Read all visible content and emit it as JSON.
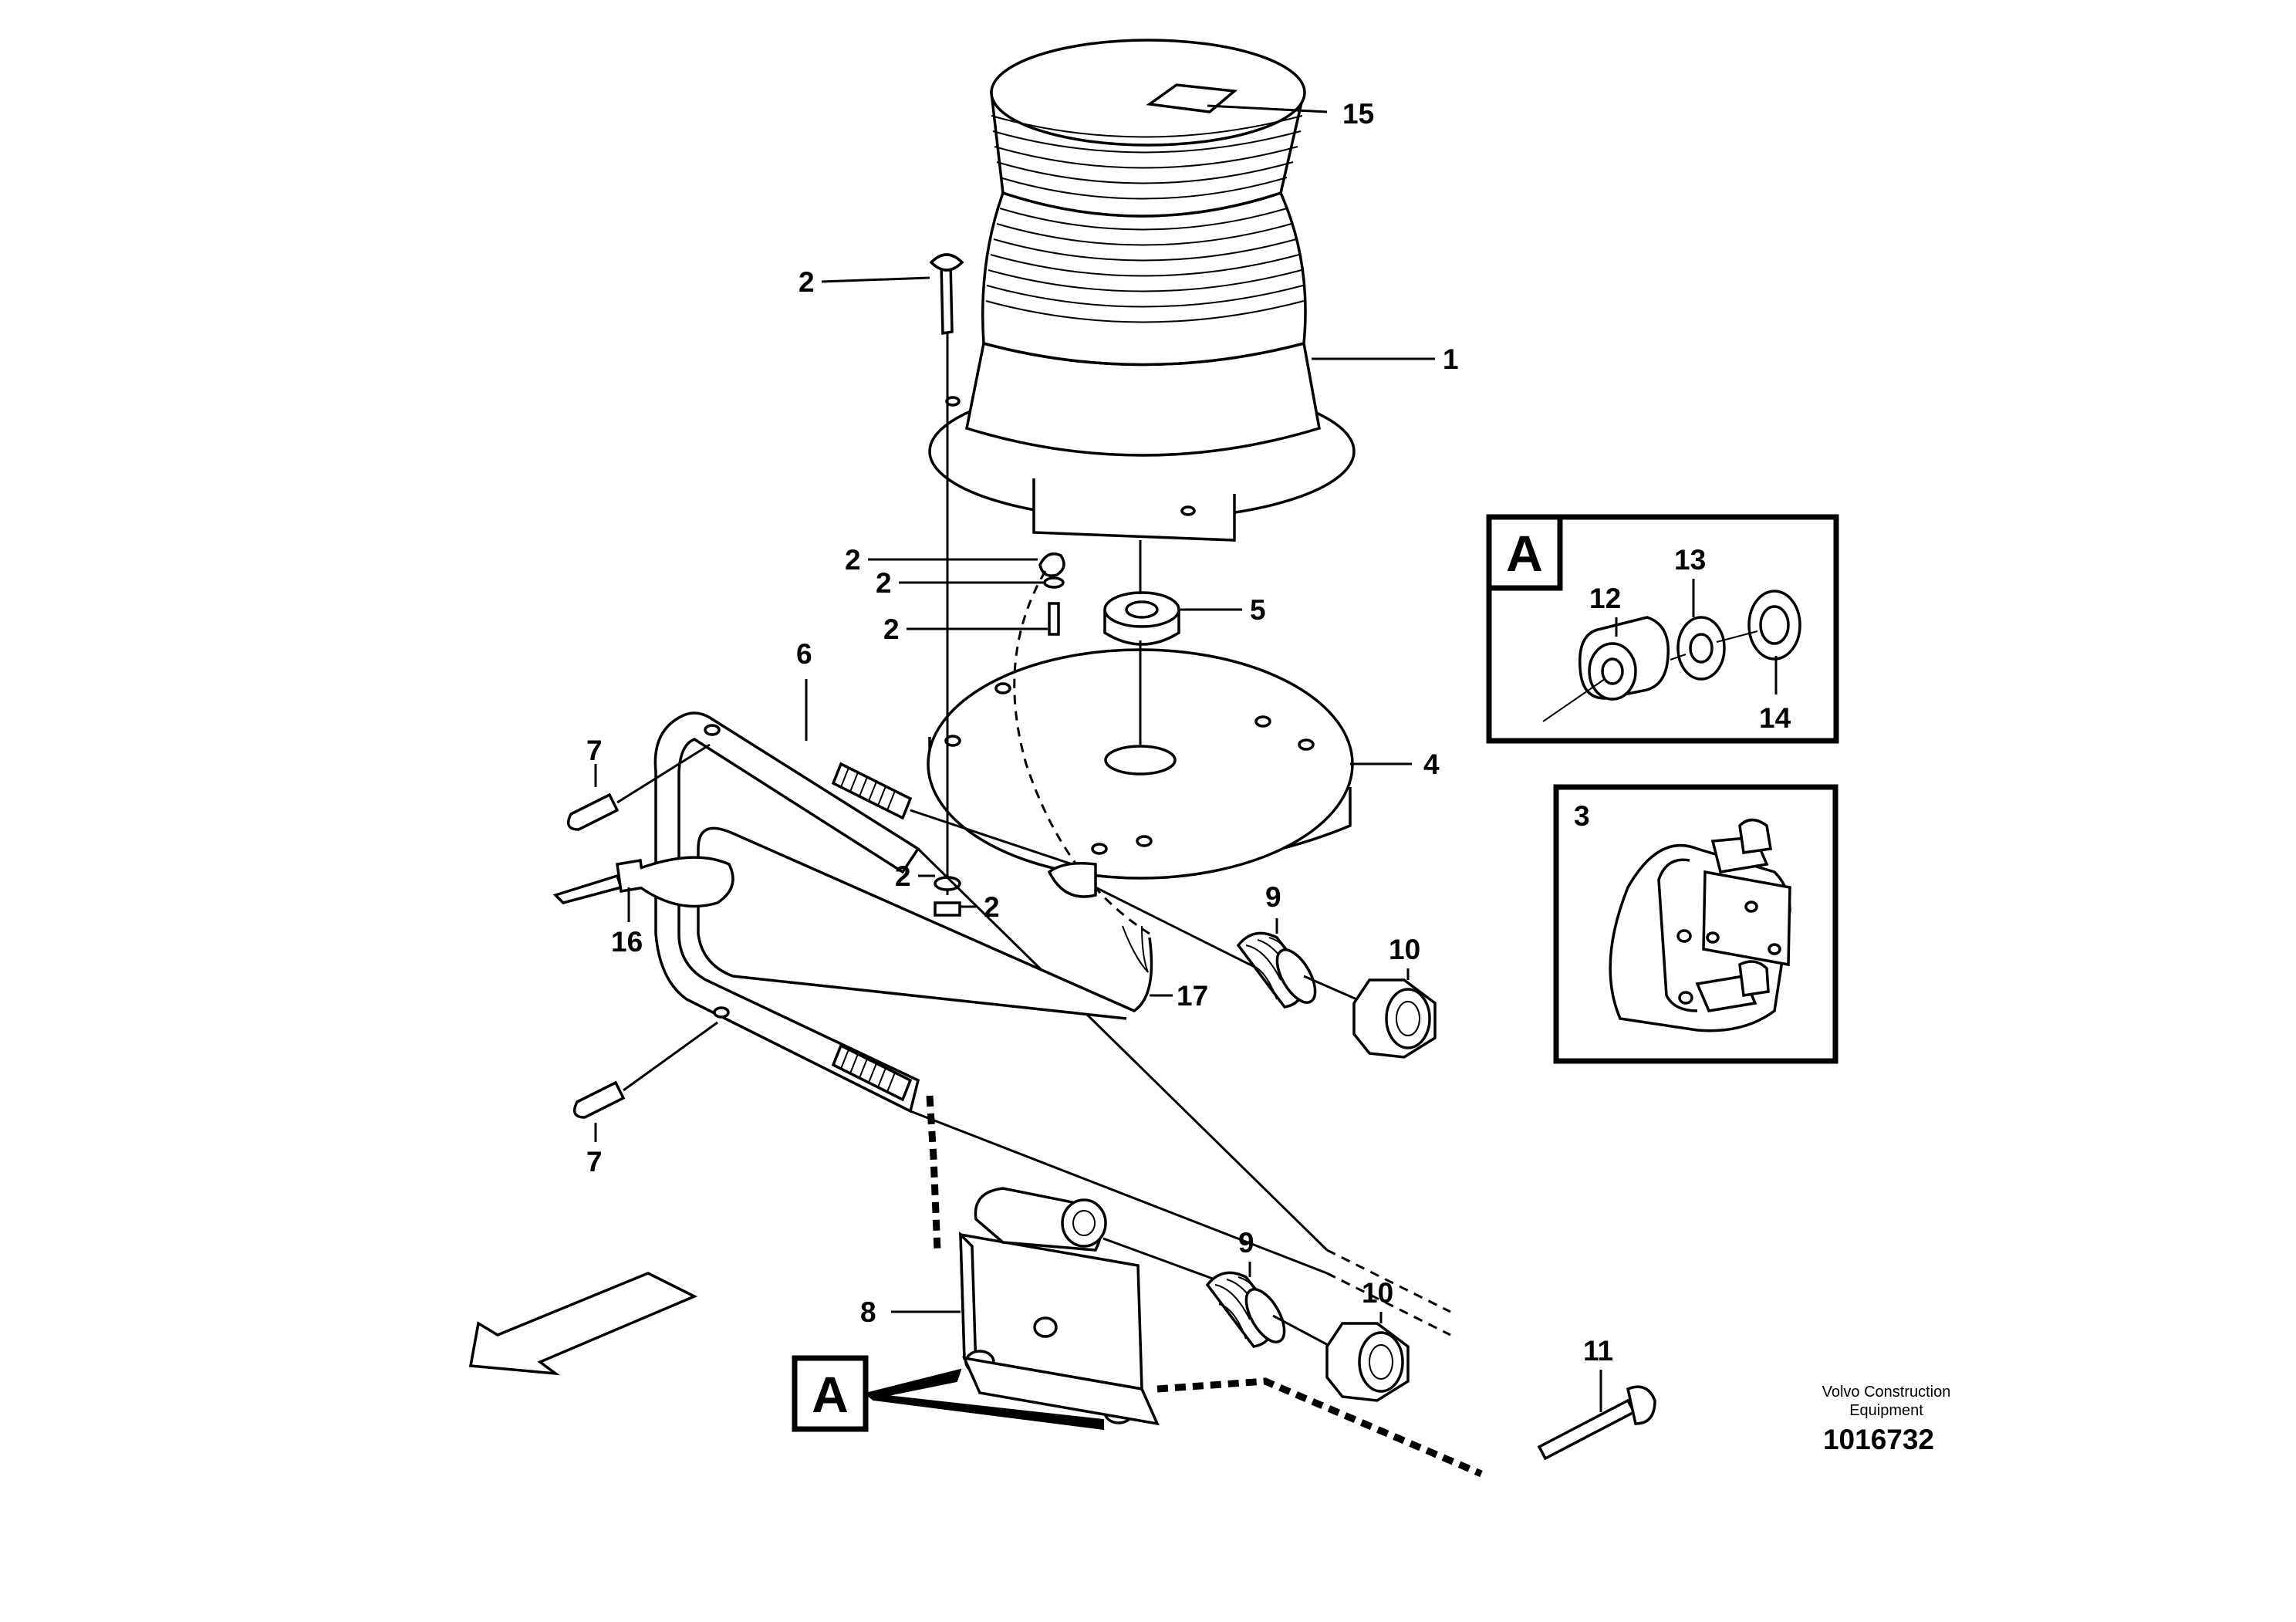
{
  "diagram": {
    "callouts": {
      "c1": "1",
      "c2a": "2",
      "c2b": "2",
      "c2c": "2",
      "c2d": "2",
      "c2e": "2",
      "c2f": "2",
      "c3": "3",
      "c4": "4",
      "c5": "5",
      "c6": "6",
      "c7a": "7",
      "c7b": "7",
      "c8": "8",
      "c9a": "9",
      "c9b": "9",
      "c10a": "10",
      "c10b": "10",
      "c11": "11",
      "c12": "12",
      "c13": "13",
      "c14": "14",
      "c15": "15",
      "c16": "16",
      "c17": "17"
    },
    "detail_tag_top": "A",
    "detail_tag_bottom": "A",
    "credit_line1": "Volvo Construction",
    "credit_line2": "Equipment",
    "drawing_number": "1016732"
  }
}
